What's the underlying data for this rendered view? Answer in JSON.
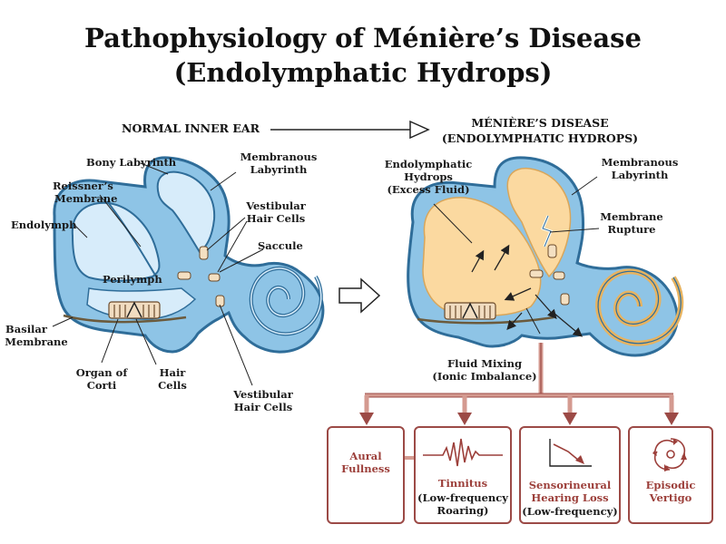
{
  "title": {
    "line1": "Pathophysiology of Ménière’s Disease",
    "line2": "(Endolymphatic Hydrops)"
  },
  "headers": {
    "normal": "NORMAL INNER EAR",
    "disease_line1": "MÉNIÈRE’S DISEASE",
    "disease_line2": "(ENDOLYMPHATIC HYDROPS)"
  },
  "normal_labels": {
    "bony_labyrinth": "Bony Labyrinth",
    "reissners_membrane_1": "Reissner’s",
    "reissners_membrane_2": "Membrane",
    "endolymph": "Endolymph",
    "membranous_labyrinth_1": "Membranous",
    "membranous_labyrinth_2": "Labyrinth",
    "vestibular_hair_cells_1": "Vestibular",
    "vestibular_hair_cells_2": "Hair Cells",
    "saccule": "Saccule",
    "perilymph": "Perilymph",
    "basilar_membrane_1": "Basilar",
    "basilar_membrane_2": "Membrane",
    "organ_of_corti_1": "Organ of",
    "organ_of_corti_2": "Corti",
    "hair_cells_1": "Hair",
    "hair_cells_2": "Cells",
    "vestibular_hair_cells_lower_1": "Vestibular",
    "vestibular_hair_cells_lower_2": "Hair Cells"
  },
  "disease_labels": {
    "hydrops_1": "Endolymphatic",
    "hydrops_2": "Hydrops",
    "hydrops_3": "(Excess Fluid)",
    "membranous_labyrinth_1": "Membranous",
    "membranous_labyrinth_2": "Labyrinth",
    "membrane_rupture_1": "Membrane",
    "membrane_rupture_2": "Rupture",
    "fluid_mixing_1": "Fluid Mixing",
    "fluid_mixing_2": "(Ionic Imbalance)"
  },
  "symptoms": [
    {
      "lines": [
        "Aural",
        "Fullness"
      ],
      "sub": []
    },
    {
      "lines": [
        "Tinnitus"
      ],
      "sub": [
        "(Low-frequency",
        "Roaring)"
      ]
    },
    {
      "lines": [
        "Sensorineural",
        "Hearing Loss"
      ],
      "sub": [
        "(Low-frequency)"
      ]
    },
    {
      "lines": [
        "Episodic",
        "Vertigo"
      ],
      "sub": []
    }
  ],
  "colors": {
    "bony": "#2f6d99",
    "perilymph": "#8ec4e6",
    "endolymph": "#d7ecfa",
    "hydrops": "#fbd9a0",
    "accent": "#9c4a46",
    "flow": "#d49a90"
  }
}
